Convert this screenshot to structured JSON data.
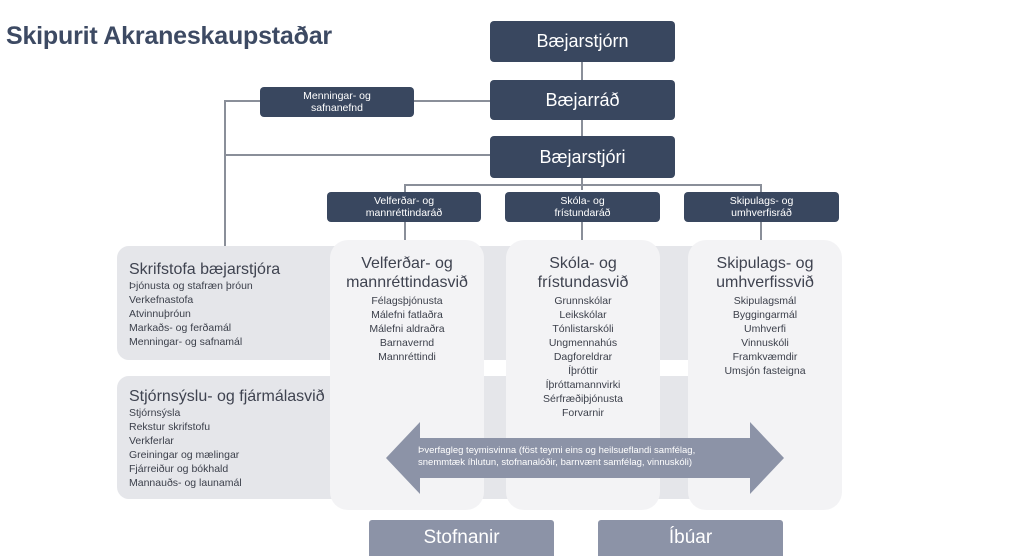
{
  "title": "Skipurit Akraneskaupstaðar",
  "top": {
    "baejarstjorn": "Bæjarstjórn",
    "baejarrad": "Bæjarráð",
    "baejarstjori": "Bæjarstjóri",
    "menningar": "Menningar- og safnanefnd"
  },
  "councils": {
    "velferd": "Velferðar- og mannréttindaráð",
    "skola": "Skóla- og frístundaráð",
    "skipulags": "Skipulags- og umhverfisráð"
  },
  "skrifstofa": {
    "title": "Skrifstofa bæjarstjóra",
    "items": [
      "Þjónusta og stafræn þróun",
      "Verkefnastofa",
      "Atvinnuþróun",
      "Markaðs- og ferðamál",
      "Menningar- og safnamál"
    ]
  },
  "stjornsysla": {
    "title": "Stjórnsýslu- og fjármálasvið",
    "items": [
      "Stjórnsýsla",
      "Rekstur skrifstofu",
      "Verkferlar",
      "Greiningar og mælingar",
      "Fjárreiður og bókhald",
      "Mannauðs- og launamál"
    ]
  },
  "velferdarsvid": {
    "title_line1": "Velferðar- og",
    "title_line2": "mannréttindasvið",
    "items": [
      "Félagsþjónusta",
      "Málefni fatlaðra",
      "Málefni aldraðra",
      "Barnavernd",
      "Mannréttindi"
    ]
  },
  "skolasvid": {
    "title_line1": "Skóla- og",
    "title_line2": "frístundasvið",
    "items": [
      "Grunnskólar",
      "Leikskólar",
      "Tónlistarskóli",
      "Ungmennahús",
      "Dagforeldrar",
      "Íþróttir",
      "Íþróttamannvirki",
      "Sérfræðiþjónusta",
      "Forvarnir"
    ]
  },
  "skipulagssvid": {
    "title_line1": "Skipulags- og",
    "title_line2": "umhverfissvið",
    "items": [
      "Skipulagsmál",
      "Byggingarmál",
      "Umhverfi",
      "Vinnuskóli",
      "Framkvæmdir",
      "Umsjón fasteigna"
    ]
  },
  "arrow": {
    "line1": "Þverfagleg teymisvinna (föst teymi eins og heilsueflandi samfélag,",
    "line2": "snemmtæk íhlutun, stofnanalóðir, barnvænt samfélag, vinnuskóli)"
  },
  "bottom": {
    "stofnanir": "Stofnanir",
    "ibuar": "Íbúar"
  },
  "colors": {
    "dark_box": "#39475f",
    "band": "#e5e6ea",
    "column": "#f3f3f5",
    "arrow": "#8c93a7"
  }
}
